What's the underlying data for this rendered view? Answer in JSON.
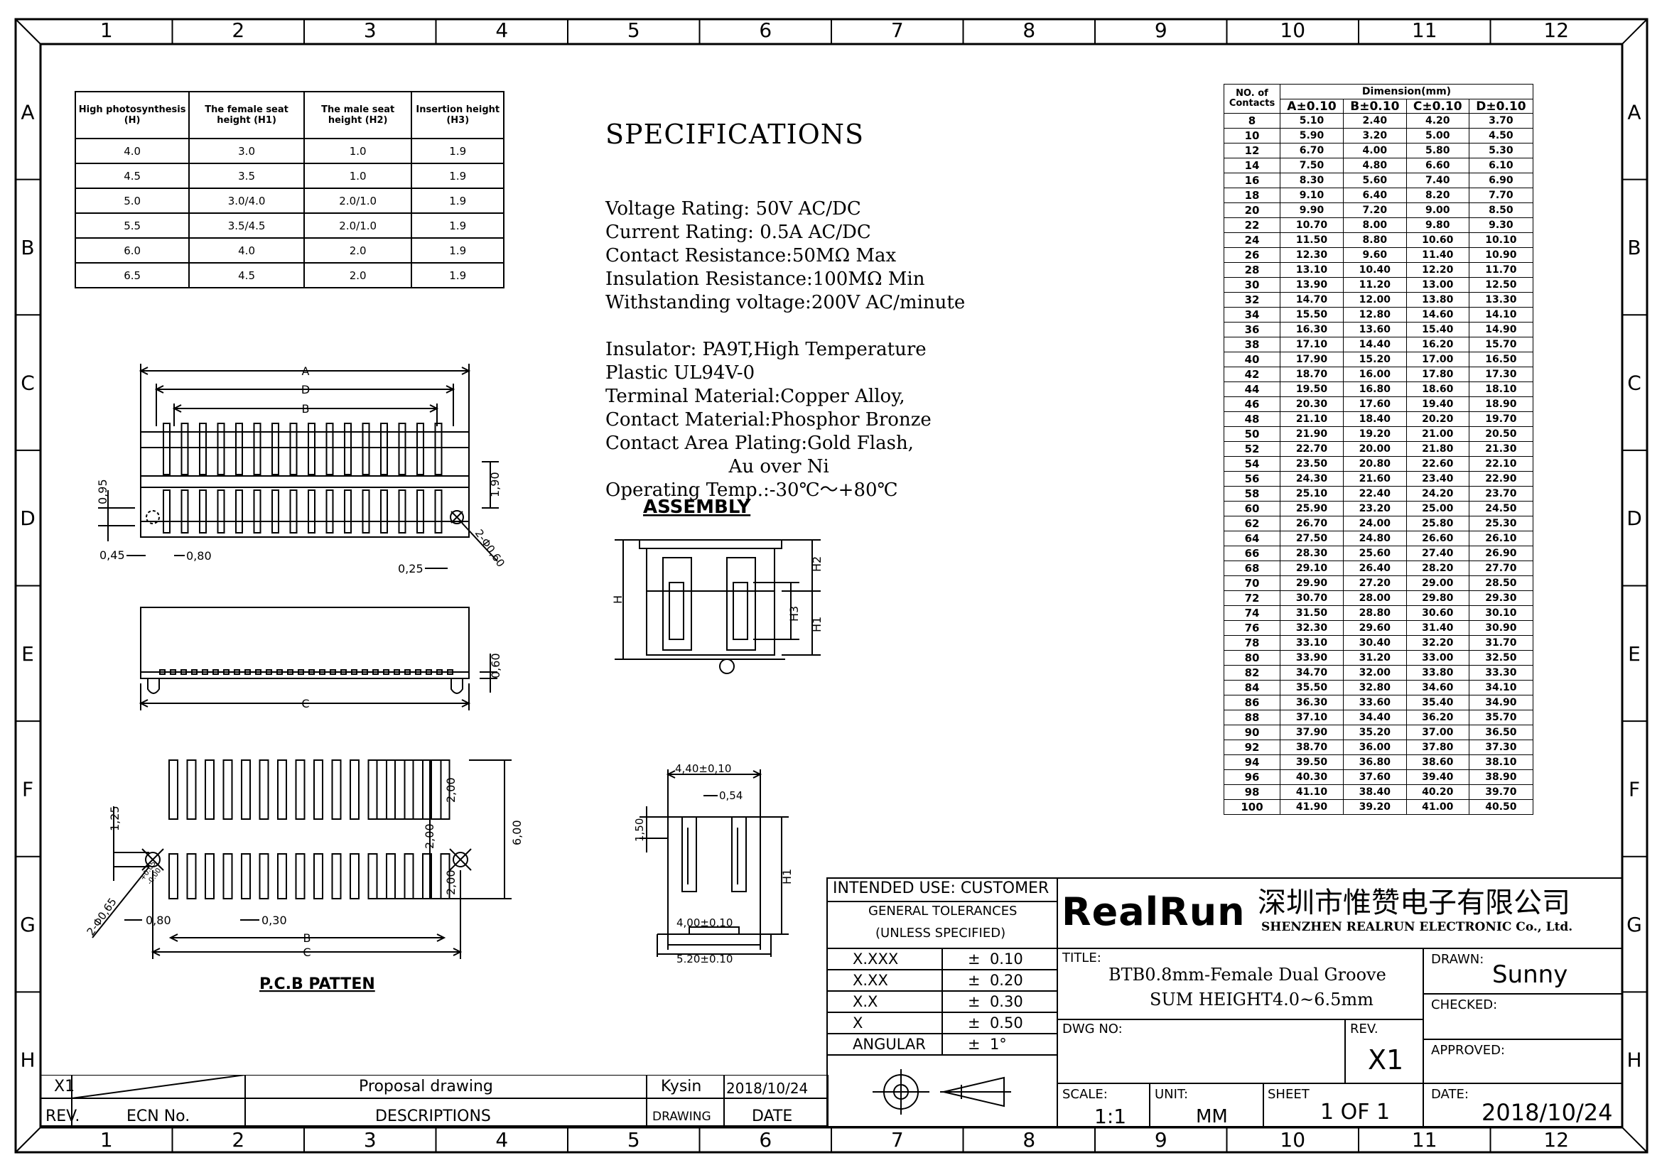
{
  "grid": {
    "columns": [
      "1",
      "2",
      "3",
      "4",
      "5",
      "6",
      "7",
      "8",
      "9",
      "10",
      "11",
      "12"
    ],
    "rows": [
      "A",
      "B",
      "C",
      "D",
      "E",
      "F",
      "G",
      "H"
    ]
  },
  "height_table": {
    "headers": [
      "High photosynthesis (H)",
      "The female seat height (H1)",
      "The male seat height (H2)",
      "Insertion height (H3)"
    ],
    "rows": [
      [
        "4.0",
        "3.0",
        "1.0",
        "1.9"
      ],
      [
        "4.5",
        "3.5",
        "1.0",
        "1.9"
      ],
      [
        "5.0",
        "3.0/4.0",
        "2.0/1.0",
        "1.9"
      ],
      [
        "5.5",
        "3.5/4.5",
        "2.0/1.0",
        "1.9"
      ],
      [
        "6.0",
        "4.0",
        "2.0",
        "1.9"
      ],
      [
        "6.5",
        "4.5",
        "2.0",
        "1.9"
      ]
    ]
  },
  "specifications": {
    "title": "SPECIFICATIONS",
    "lines": [
      "Voltage Rating: 50V AC/DC",
      "Current Rating: 0.5A AC/DC",
      "Contact Resistance:50MΩ Max",
      "Insulation Resistance:100MΩ Min",
      "Withstanding voltage:200V AC/minute",
      "",
      "Insulator: PA9T,High Temperature",
      "Plastic UL94V-0",
      "Terminal Material:Copper Alloy,",
      "Contact Material:Phosphor Bronze",
      "Contact Area Plating:Gold Flash,",
      "                     Au over Ni",
      "Operating Temp.:-30℃～+80℃"
    ]
  },
  "dimension_table": {
    "header_contacts": "NO. of Contacts",
    "header_dimension": "Dimension(mm)",
    "col_labels": [
      "A±0.10",
      "B±0.10",
      "C±0.10",
      "D±0.10"
    ],
    "rows": [
      [
        "8",
        "5.10",
        "2.40",
        "4.20",
        "3.70"
      ],
      [
        "10",
        "5.90",
        "3.20",
        "5.00",
        "4.50"
      ],
      [
        "12",
        "6.70",
        "4.00",
        "5.80",
        "5.30"
      ],
      [
        "14",
        "7.50",
        "4.80",
        "6.60",
        "6.10"
      ],
      [
        "16",
        "8.30",
        "5.60",
        "7.40",
        "6.90"
      ],
      [
        "18",
        "9.10",
        "6.40",
        "8.20",
        "7.70"
      ],
      [
        "20",
        "9.90",
        "7.20",
        "9.00",
        "8.50"
      ],
      [
        "22",
        "10.70",
        "8.00",
        "9.80",
        "9.30"
      ],
      [
        "24",
        "11.50",
        "8.80",
        "10.60",
        "10.10"
      ],
      [
        "26",
        "12.30",
        "9.60",
        "11.40",
        "10.90"
      ],
      [
        "28",
        "13.10",
        "10.40",
        "12.20",
        "11.70"
      ],
      [
        "30",
        "13.90",
        "11.20",
        "13.00",
        "12.50"
      ],
      [
        "32",
        "14.70",
        "12.00",
        "13.80",
        "13.30"
      ],
      [
        "34",
        "15.50",
        "12.80",
        "14.60",
        "14.10"
      ],
      [
        "36",
        "16.30",
        "13.60",
        "15.40",
        "14.90"
      ],
      [
        "38",
        "17.10",
        "14.40",
        "16.20",
        "15.70"
      ],
      [
        "40",
        "17.90",
        "15.20",
        "17.00",
        "16.50"
      ],
      [
        "42",
        "18.70",
        "16.00",
        "17.80",
        "17.30"
      ],
      [
        "44",
        "19.50",
        "16.80",
        "18.60",
        "18.10"
      ],
      [
        "46",
        "20.30",
        "17.60",
        "19.40",
        "18.90"
      ],
      [
        "48",
        "21.10",
        "18.40",
        "20.20",
        "19.70"
      ],
      [
        "50",
        "21.90",
        "19.20",
        "21.00",
        "20.50"
      ],
      [
        "52",
        "22.70",
        "20.00",
        "21.80",
        "21.30"
      ],
      [
        "54",
        "23.50",
        "20.80",
        "22.60",
        "22.10"
      ],
      [
        "56",
        "24.30",
        "21.60",
        "23.40",
        "22.90"
      ],
      [
        "58",
        "25.10",
        "22.40",
        "24.20",
        "23.70"
      ],
      [
        "60",
        "25.90",
        "23.20",
        "25.00",
        "24.50"
      ],
      [
        "62",
        "26.70",
        "24.00",
        "25.80",
        "25.30"
      ],
      [
        "64",
        "27.50",
        "24.80",
        "26.60",
        "26.10"
      ],
      [
        "66",
        "28.30",
        "25.60",
        "27.40",
        "26.90"
      ],
      [
        "68",
        "29.10",
        "26.40",
        "28.20",
        "27.70"
      ],
      [
        "70",
        "29.90",
        "27.20",
        "29.00",
        "28.50"
      ],
      [
        "72",
        "30.70",
        "28.00",
        "29.80",
        "29.30"
      ],
      [
        "74",
        "31.50",
        "28.80",
        "30.60",
        "30.10"
      ],
      [
        "76",
        "32.30",
        "29.60",
        "31.40",
        "30.90"
      ],
      [
        "78",
        "33.10",
        "30.40",
        "32.20",
        "31.70"
      ],
      [
        "80",
        "33.90",
        "31.20",
        "33.00",
        "32.50"
      ],
      [
        "82",
        "34.70",
        "32.00",
        "33.80",
        "33.30"
      ],
      [
        "84",
        "35.50",
        "32.80",
        "34.60",
        "34.10"
      ],
      [
        "86",
        "36.30",
        "33.60",
        "35.40",
        "34.90"
      ],
      [
        "88",
        "37.10",
        "34.40",
        "36.20",
        "35.70"
      ],
      [
        "90",
        "37.90",
        "35.20",
        "37.00",
        "36.50"
      ],
      [
        "92",
        "38.70",
        "36.00",
        "37.80",
        "37.30"
      ],
      [
        "94",
        "39.50",
        "36.80",
        "38.60",
        "38.10"
      ],
      [
        "96",
        "40.30",
        "37.60",
        "39.40",
        "38.90"
      ],
      [
        "98",
        "41.10",
        "38.40",
        "40.20",
        "39.70"
      ],
      [
        "100",
        "41.90",
        "39.20",
        "41.00",
        "40.50"
      ]
    ]
  },
  "drawing_labels": {
    "assembly": "ASSEMBLY",
    "pcb": "P.C.B PATTEN",
    "A": "A",
    "B": "B",
    "C": "C",
    "D": "D",
    "h": "H",
    "h1": "H1",
    "h2": "H2",
    "h3": "H3",
    "d095": "0,95",
    "d045": "0,45",
    "d080": "0,80",
    "d025": "0,25",
    "d190": "1,90",
    "d2phi060": "2-Φ0,60",
    "d060": "0,60",
    "d125": "1,25",
    "d2phi065": "2-Φ0,65",
    "tol_plus": "+0.05",
    "tol_minus": "-0.00",
    "d030": "0,30",
    "d200a": "2,00",
    "d200b": "2,00",
    "d200c": "2,00",
    "d600": "6,00",
    "d440": "4,40±0,10",
    "d054": "0,54",
    "d150": "1,50",
    "d400": "4,00±0,10",
    "d520": "5,20±0,10"
  },
  "title_block": {
    "intended_use": "INTENDED  USE: CUSTOMER",
    "general_tol_1": "GENERAL  TOLERANCES",
    "general_tol_2": "(UNLESS  SPECIFIED)",
    "tolerances": [
      {
        "k": "X.XXX",
        "v": "±  0.10"
      },
      {
        "k": "X.XX",
        "v": "±  0.20"
      },
      {
        "k": "X.X",
        "v": "±  0.30"
      },
      {
        "k": "X",
        "v": "±  0.50"
      },
      {
        "k": "ANGULAR",
        "v": "±  1°"
      }
    ],
    "logo": "RealRun",
    "company_cn": "深圳市惟赞电子有限公司",
    "company_en": "SHENZHEN  REALRUN  ELECTRONIC  Co., Ltd.",
    "title_label": "TITLE:",
    "title_line1": "BTB0.8mm-Female Dual Groove",
    "title_line2": "SUM HEIGHT4.0~6.5mm",
    "drawn_label": "DRAWN:",
    "drawn_value": "Sunny",
    "checked_label": "CHECKED:",
    "approved_label": "APPROVED:",
    "dwg_no_label": "DWG  NO:",
    "rev_label": "REV.",
    "rev_value": "X1",
    "scale_label": "SCALE:",
    "scale_value": "1:1",
    "unit_label": "UNIT:",
    "unit_value": "MM",
    "sheet_label": "SHEET",
    "sheet_value": "1  OF  1",
    "date_label": "DATE:",
    "date_value": "2018/10/24"
  },
  "revision_block": {
    "rev": "X1",
    "description": "Proposal  drawing",
    "drawing": "Kysin",
    "date": "2018/10/24",
    "h_rev": "REV.",
    "h_ecn": "ECN  No.",
    "h_desc": "DESCRIPTIONS",
    "h_drawing": "DRAWING",
    "h_date": "DATE"
  }
}
